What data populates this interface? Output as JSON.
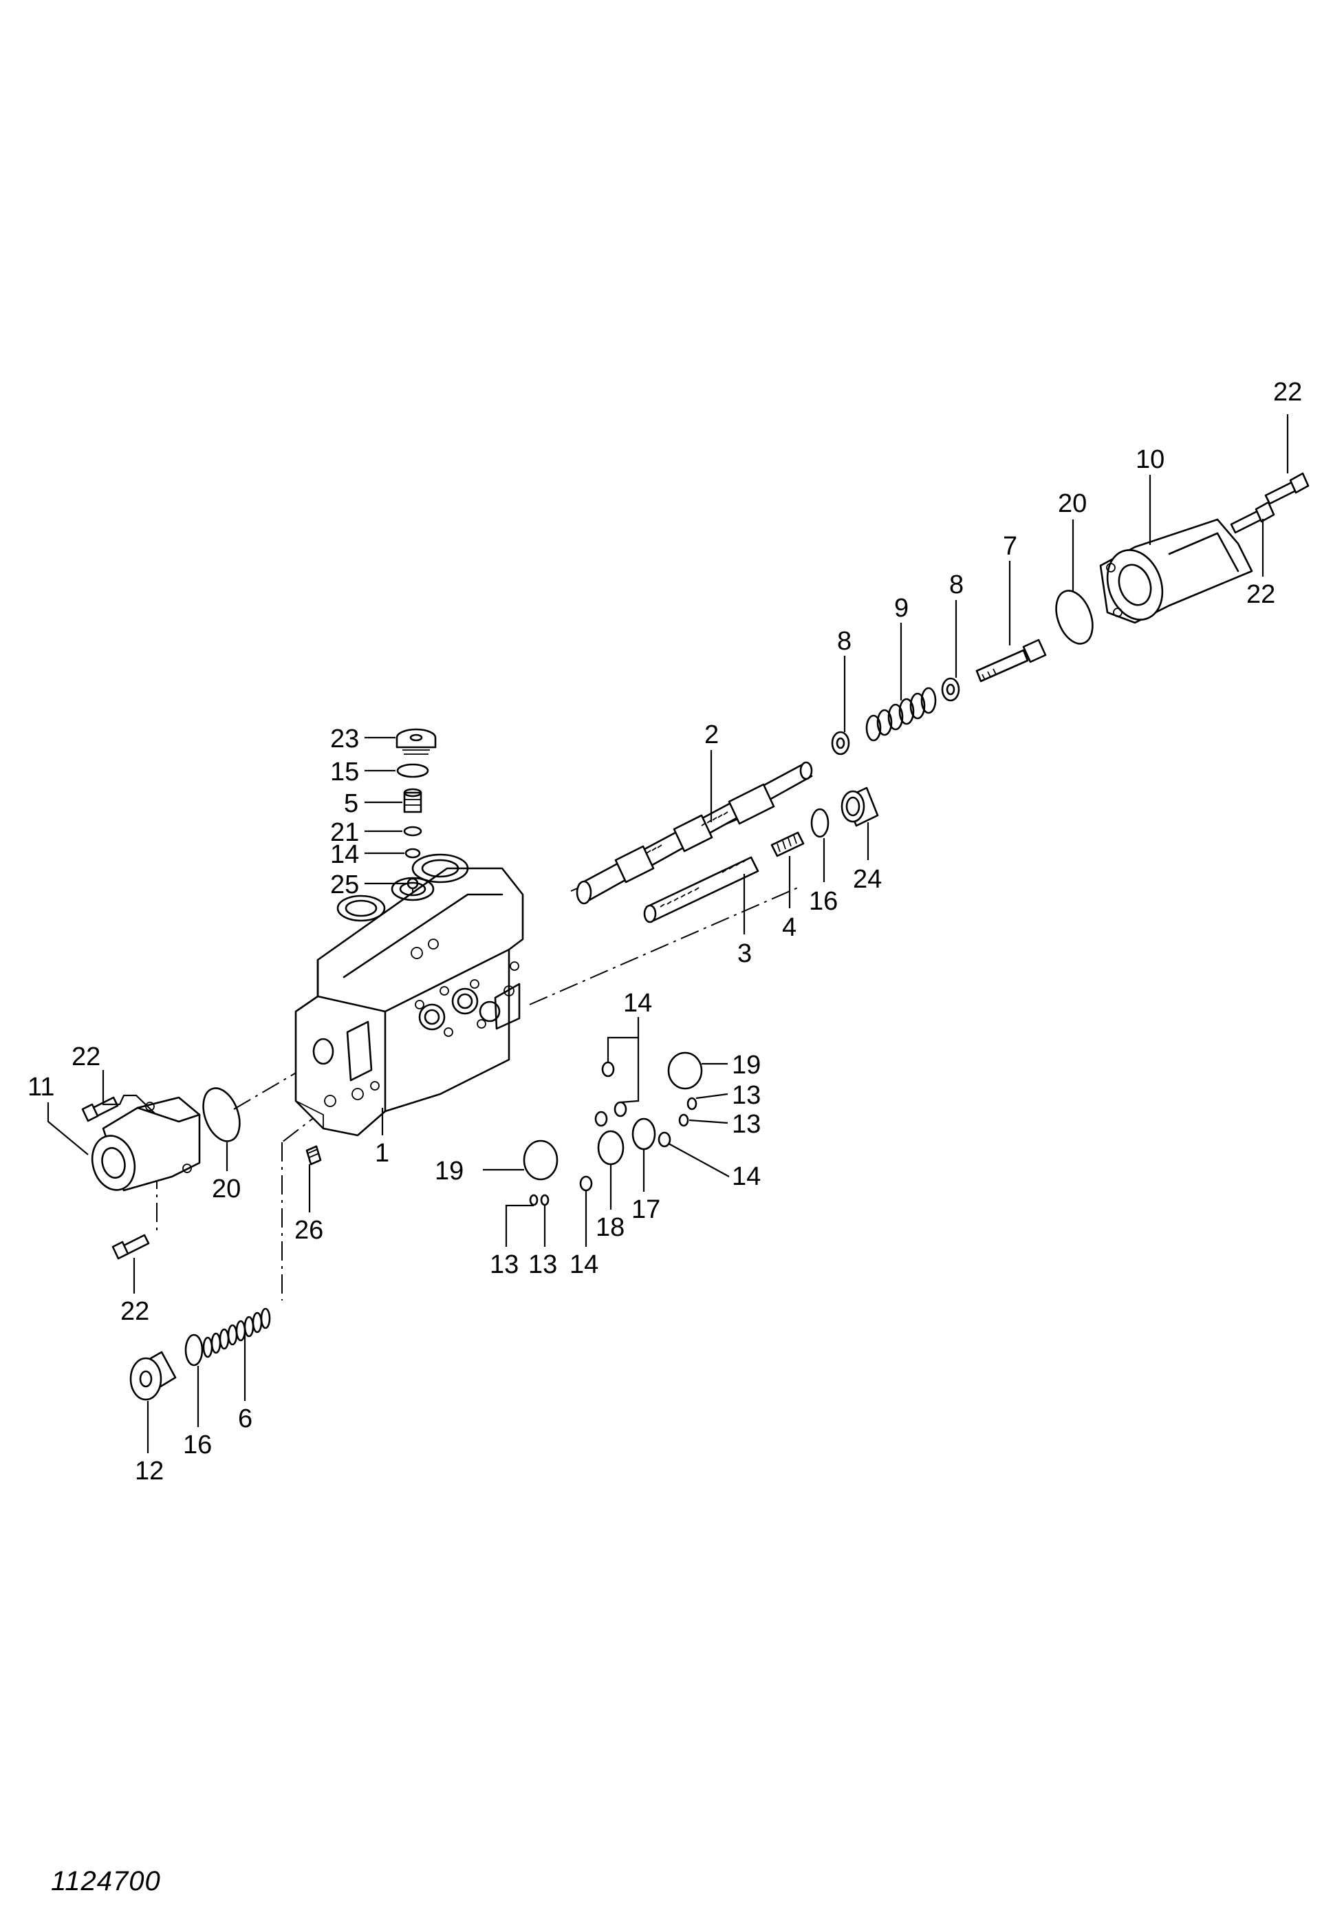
{
  "drawing_number": "1124700",
  "callouts": [
    {
      "id": "c-22-top",
      "text": "22"
    },
    {
      "id": "c-10",
      "text": "10"
    },
    {
      "id": "c-20-right",
      "text": "20"
    },
    {
      "id": "c-22-right",
      "text": "22"
    },
    {
      "id": "c-7",
      "text": "7"
    },
    {
      "id": "c-8-right",
      "text": "8"
    },
    {
      "id": "c-9",
      "text": "9"
    },
    {
      "id": "c-8-left",
      "text": "8"
    },
    {
      "id": "c-2",
      "text": "2"
    },
    {
      "id": "c-23",
      "text": "23"
    },
    {
      "id": "c-15",
      "text": "15"
    },
    {
      "id": "c-5",
      "text": "5"
    },
    {
      "id": "c-21",
      "text": "21"
    },
    {
      "id": "c-14-top",
      "text": "14"
    },
    {
      "id": "c-25",
      "text": "25"
    },
    {
      "id": "c-24",
      "text": "24"
    },
    {
      "id": "c-16-right",
      "text": "16"
    },
    {
      "id": "c-4",
      "text": "4"
    },
    {
      "id": "c-3",
      "text": "3"
    },
    {
      "id": "c-14-mid",
      "text": "14"
    },
    {
      "id": "c-19-right",
      "text": "19"
    },
    {
      "id": "c-13-a",
      "text": "13"
    },
    {
      "id": "c-13-b",
      "text": "13"
    },
    {
      "id": "c-14-right",
      "text": "14"
    },
    {
      "id": "c-22-left",
      "text": "22"
    },
    {
      "id": "c-11",
      "text": "11"
    },
    {
      "id": "c-20-left",
      "text": "20"
    },
    {
      "id": "c-1",
      "text": "1"
    },
    {
      "id": "c-26",
      "text": "26"
    },
    {
      "id": "c-19-left",
      "text": "19"
    },
    {
      "id": "c-18",
      "text": "18"
    },
    {
      "id": "c-17",
      "text": "17"
    },
    {
      "id": "c-13-c",
      "text": "13"
    },
    {
      "id": "c-13-d",
      "text": "13"
    },
    {
      "id": "c-14-bottom",
      "text": "14"
    },
    {
      "id": "c-22-bottom",
      "text": "22"
    },
    {
      "id": "c-6",
      "text": "6"
    },
    {
      "id": "c-16-left",
      "text": "16"
    },
    {
      "id": "c-12",
      "text": "12"
    }
  ]
}
